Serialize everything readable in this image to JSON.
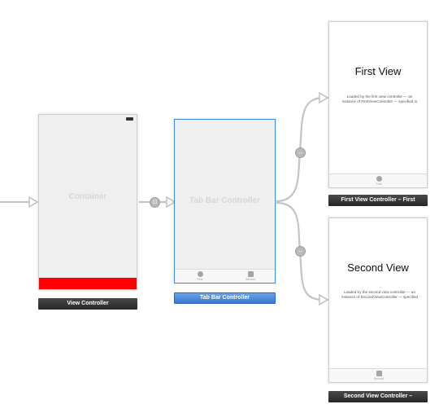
{
  "scenes": {
    "view_controller": {
      "label": "View Controller",
      "container_text": "Container",
      "accent_color": "#ff0000"
    },
    "tab_bar_controller": {
      "label": "Tab Bar Controller",
      "ghost_title": "Tab Bar Controller",
      "tab_first": "First",
      "tab_second": "Second",
      "selection_color": "#3f8fd8"
    },
    "first_view": {
      "label": "First View Controller – First",
      "title": "First View",
      "description": "Loaded by the first view controller — an instance of FirstViewController — specified in the app delegate.",
      "tab_label": "First"
    },
    "second_view": {
      "label": "Second View Controller –",
      "title": "Second View",
      "description": "Loaded by the second view controller — an instance of SecondViewController — specified in the app delegate.",
      "tab_label": "Second"
    }
  },
  "segues": {
    "embed_symbol": "⊡",
    "relationship_symbol": "↔"
  }
}
